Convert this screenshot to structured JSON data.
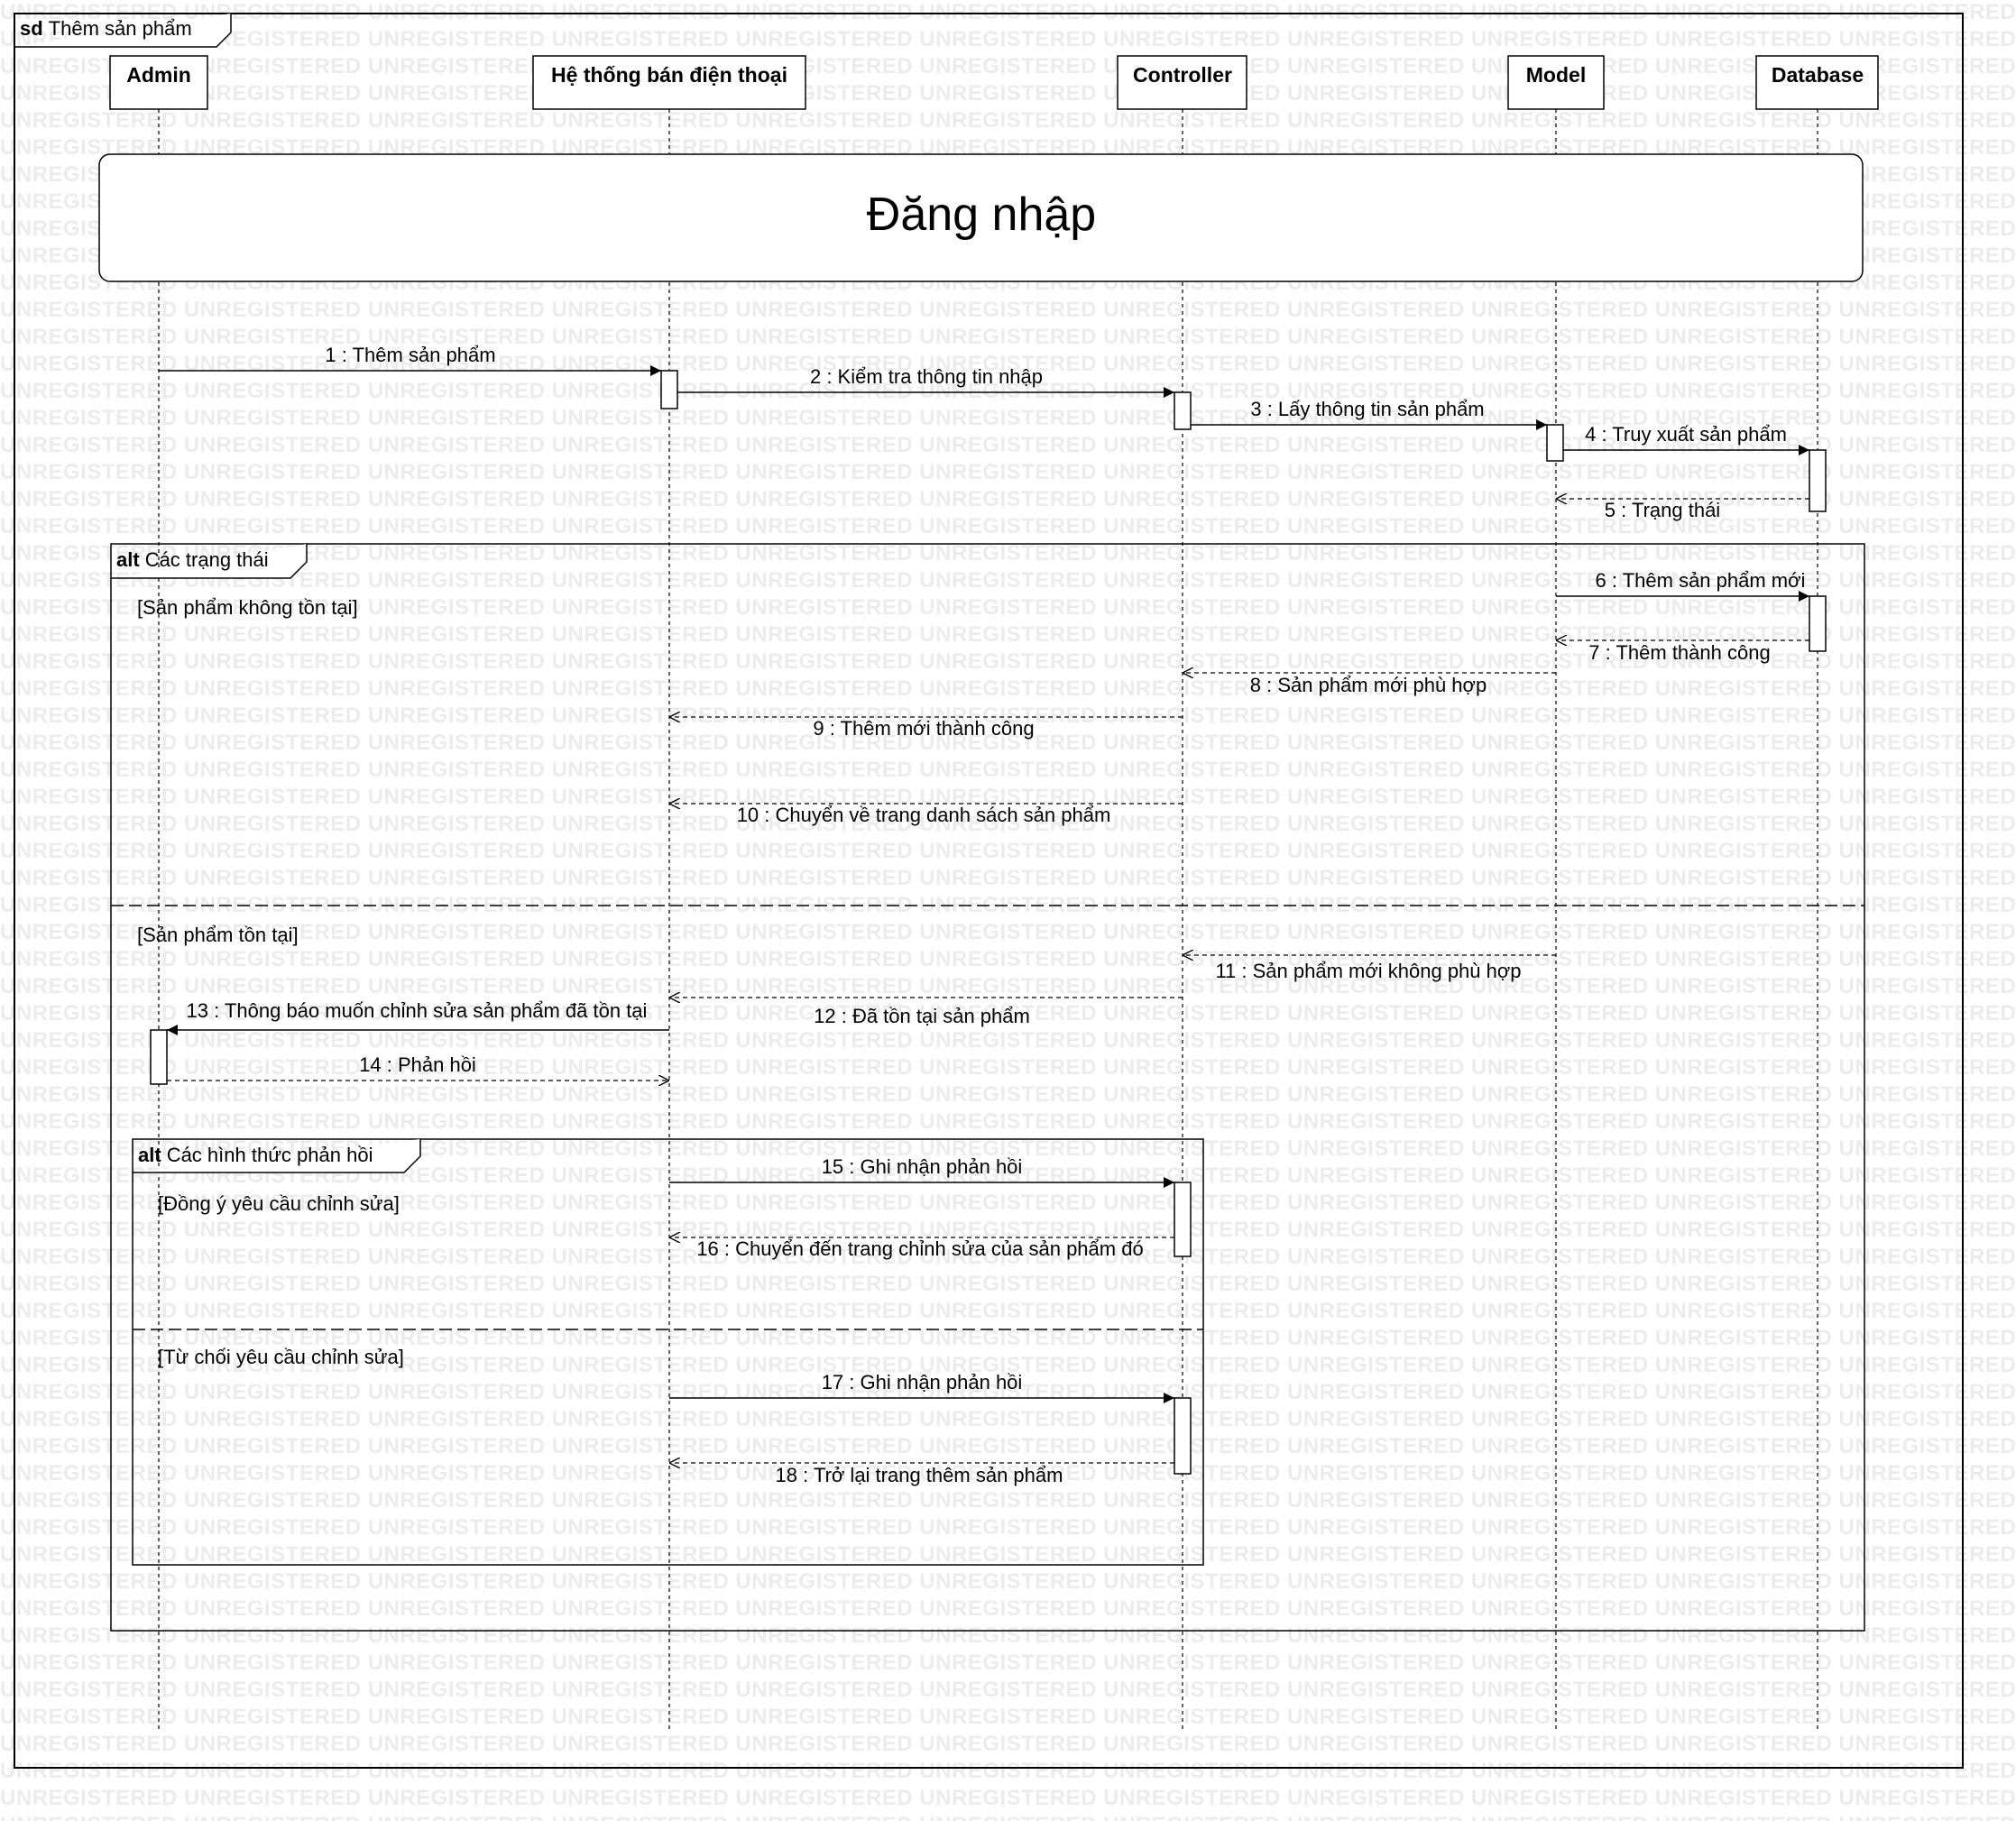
{
  "watermark": "UNREGISTERED",
  "frame": {
    "keyword": "sd",
    "title": "Thêm sản phẩm"
  },
  "lifelines": [
    {
      "id": "admin",
      "label": "Admin"
    },
    {
      "id": "system",
      "label": "Hệ thống bán điện thoại"
    },
    {
      "id": "controller",
      "label": "Controller"
    },
    {
      "id": "model",
      "label": "Model"
    },
    {
      "id": "database",
      "label": "Database"
    }
  ],
  "ref_fragment": {
    "label": "Đăng nhập"
  },
  "messages": [
    {
      "label": "1 : Thêm sản phẩm",
      "from": "admin",
      "to": "system",
      "kind": "sync"
    },
    {
      "label": "2 : Kiểm tra thông tin nhập",
      "from": "system",
      "to": "controller",
      "kind": "sync"
    },
    {
      "label": "3 : Lấy thông tin sản phẩm",
      "from": "controller",
      "to": "model",
      "kind": "sync"
    },
    {
      "label": "4 : Truy xuất sản phẩm",
      "from": "model",
      "to": "database",
      "kind": "sync"
    },
    {
      "label": "5 : Trạng thái",
      "from": "database",
      "to": "model",
      "kind": "reply"
    },
    {
      "label": "6 : Thêm sản phẩm mới",
      "from": "model",
      "to": "database",
      "kind": "sync"
    },
    {
      "label": "7 : Thêm thành công",
      "from": "database",
      "to": "model",
      "kind": "reply"
    },
    {
      "label": "8 : Sản phẩm mới phù hợp",
      "from": "model",
      "to": "controller",
      "kind": "reply"
    },
    {
      "label": "9 : Thêm mới thành công",
      "from": "controller",
      "to": "system",
      "kind": "reply"
    },
    {
      "label": "10 : Chuyển về trang danh sách sản phẩm",
      "from": "controller",
      "to": "system",
      "kind": "reply"
    },
    {
      "label": "11 : Sản phẩm mới không phù hợp",
      "from": "model",
      "to": "controller",
      "kind": "reply"
    },
    {
      "label": "12 : Đã tồn tại sản phẩm",
      "from": "controller",
      "to": "system",
      "kind": "reply"
    },
    {
      "label": "13 : Thông báo muốn chỉnh sửa sản phẩm đã tồn tại",
      "from": "system",
      "to": "admin",
      "kind": "sync"
    },
    {
      "label": "14 : Phản hồi",
      "from": "admin",
      "to": "system",
      "kind": "reply"
    },
    {
      "label": "15 : Ghi nhận phản hồi",
      "from": "system",
      "to": "controller",
      "kind": "sync"
    },
    {
      "label": "16 : Chuyển đến trang chỉnh sửa của sản phẩm đó",
      "from": "controller",
      "to": "system",
      "kind": "reply"
    },
    {
      "label": "17 : Ghi nhận phản hồi",
      "from": "system",
      "to": "controller",
      "kind": "sync"
    },
    {
      "label": "18 : Trở lại trang thêm sản phẩm",
      "from": "controller",
      "to": "system",
      "kind": "reply"
    }
  ],
  "fragments": [
    {
      "keyword": "alt",
      "title": "Các trạng thái",
      "guards": [
        "[Sản phẩm không tồn tại]",
        "[Sản phẩm tồn tại]"
      ]
    },
    {
      "keyword": "alt",
      "title": "Các hình thức phản hồi",
      "guards": [
        "[Đồng ý yêu cầu chỉnh sửa]",
        "[Từ chối yêu cầu chỉnh sửa]"
      ]
    }
  ]
}
